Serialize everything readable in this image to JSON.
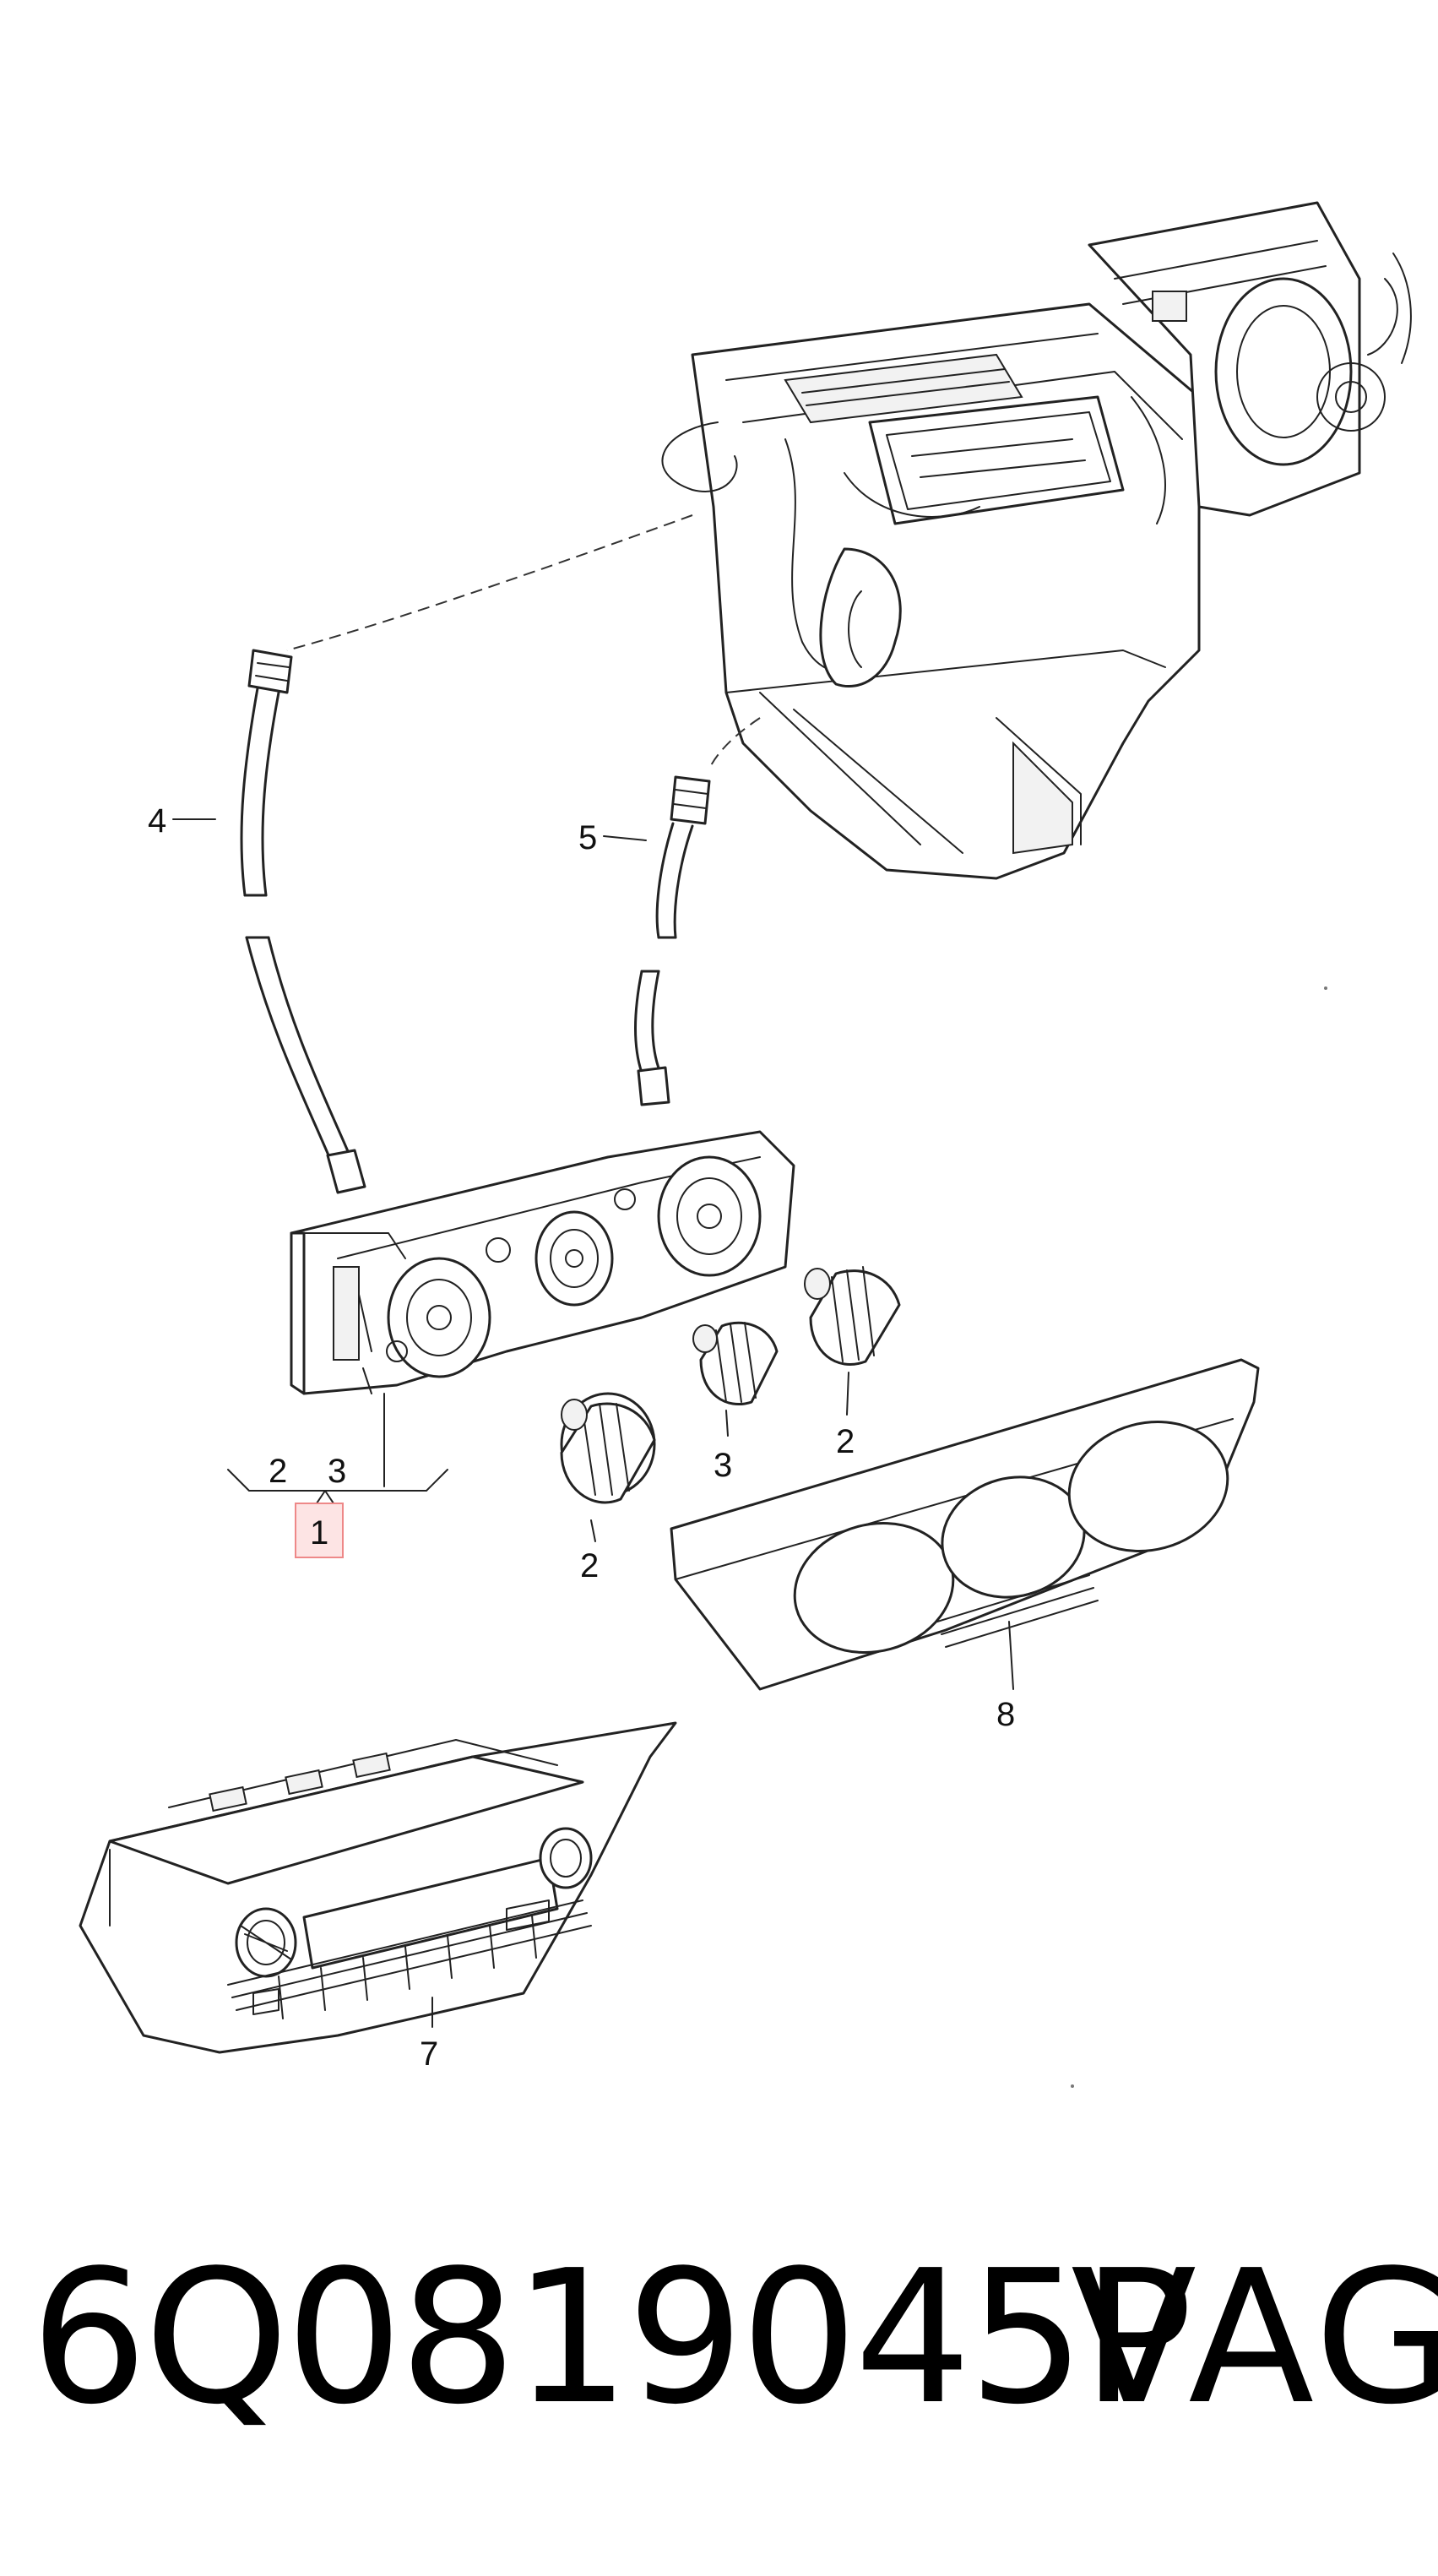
{
  "callouts": {
    "c4": "4",
    "c5": "5",
    "c2_bracket": "2",
    "c3_bracket": "3",
    "c1": "1",
    "c2_knob_left": "2",
    "c3_knob_mid": "3",
    "c2_knob_right": "2",
    "c8": "8",
    "c7": "7"
  },
  "footer": {
    "part_number": "6Q0819045P",
    "brand": "VAG"
  },
  "colors": {
    "highlight_fill": "#fde4e4",
    "highlight_stroke": "#e88888",
    "line": "#222222"
  }
}
